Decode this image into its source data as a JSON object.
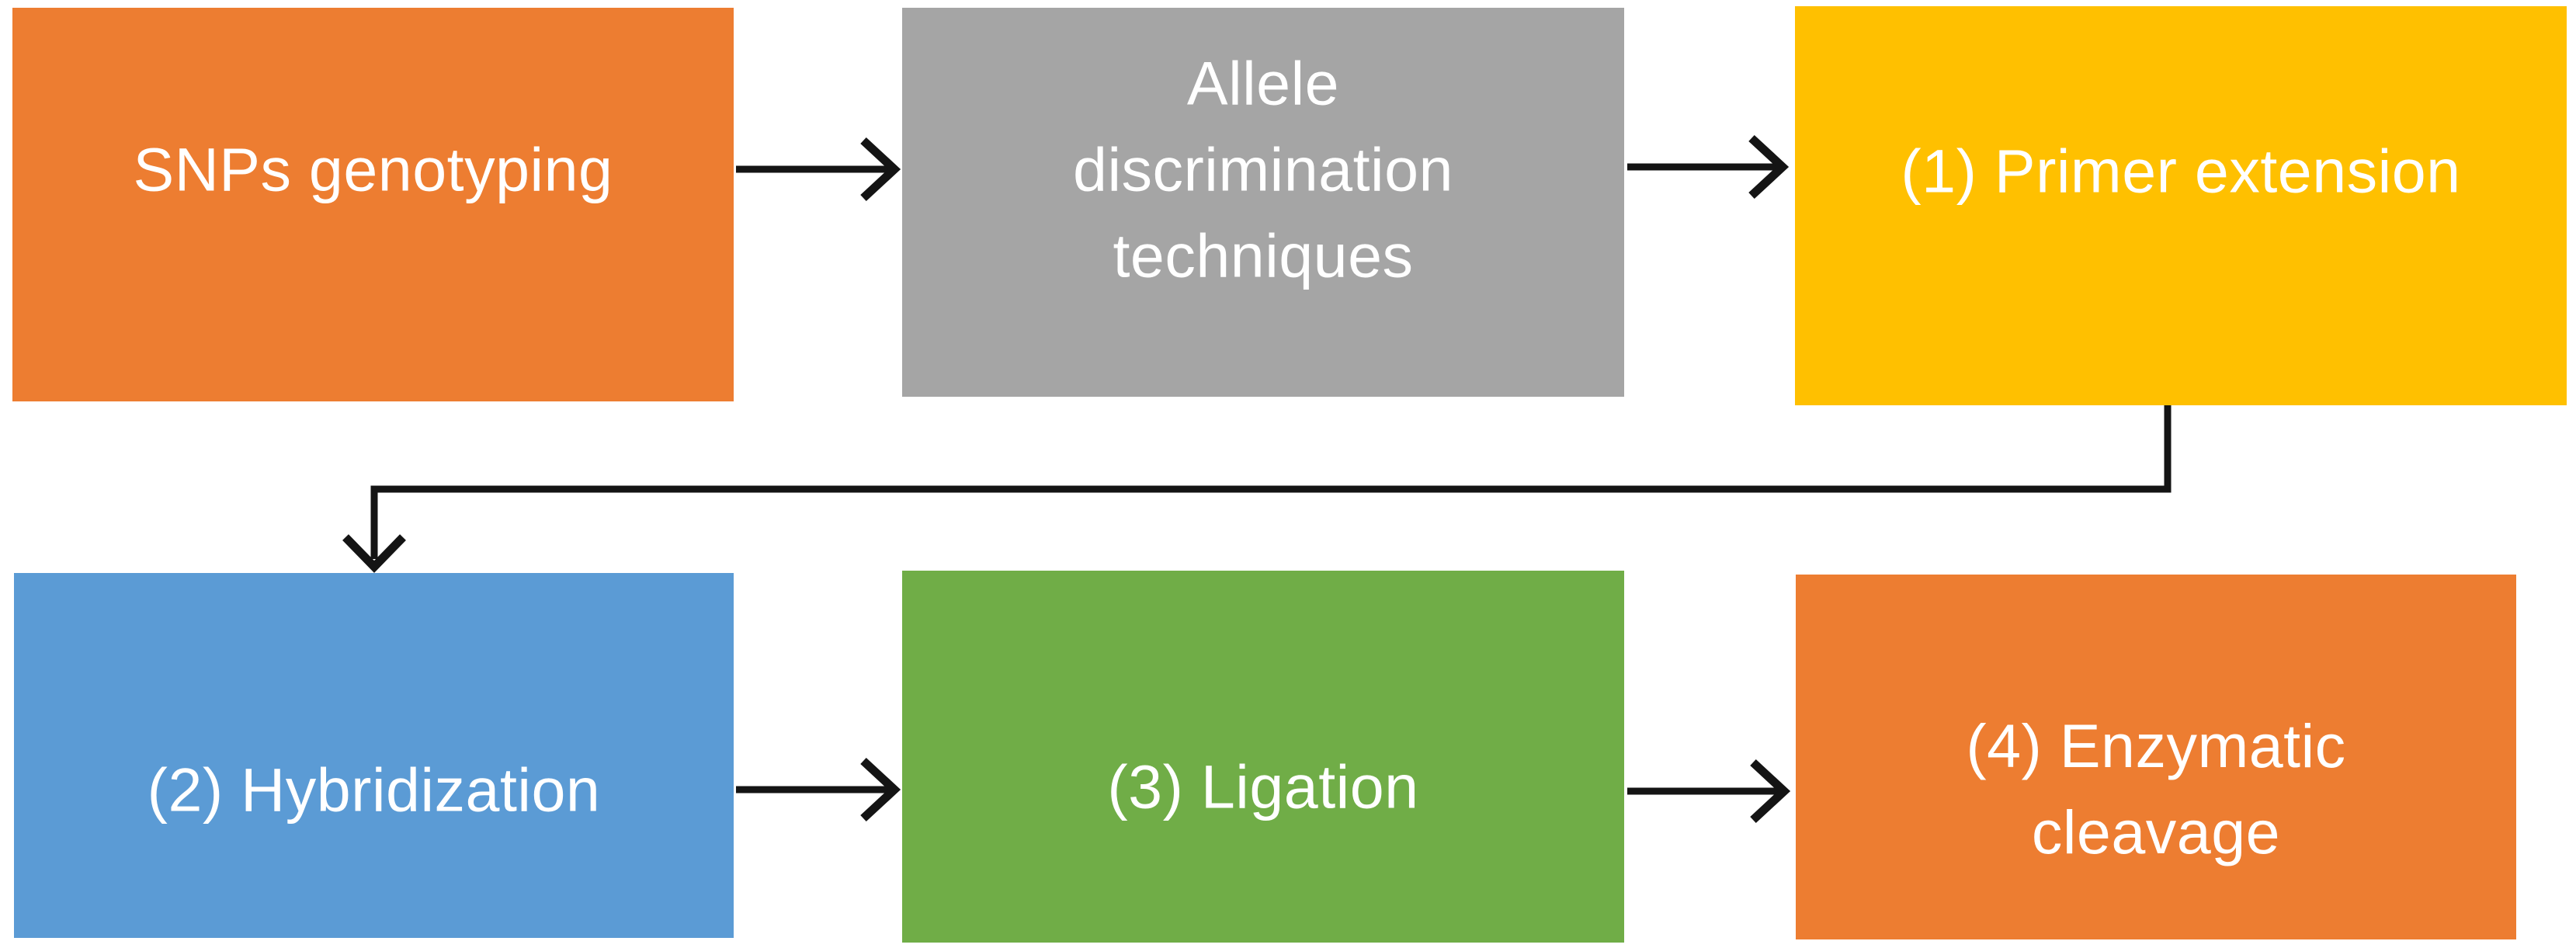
{
  "diagram": {
    "title": "SNPs genotyping allele discrimination techniques flowchart",
    "background_color": "#ffffff",
    "connector_color": "#141414",
    "nodes": [
      {
        "id": "snps-genotyping",
        "label": "SNPs genotyping",
        "color": "#ED7D31",
        "text_color": "#FFFFFF"
      },
      {
        "id": "allele-discrimination",
        "label": "Allele\ndiscrimination\ntechniques",
        "color": "#A5A5A5",
        "text_color": "#FFFFFF"
      },
      {
        "id": "primer-extension",
        "label": "(1) Primer extension",
        "color": "#FFC000",
        "text_color": "#FFFFFF"
      },
      {
        "id": "hybridization",
        "label": "(2) Hybridization",
        "color": "#5B9BD5",
        "text_color": "#FFFFFF"
      },
      {
        "id": "ligation",
        "label": "(3) Ligation",
        "color": "#70AD47",
        "text_color": "#FFFFFF"
      },
      {
        "id": "enzymatic-cleavage",
        "label": "(4) Enzymatic\ncleavage",
        "color": "#ED7D31",
        "text_color": "#FFFFFF"
      }
    ],
    "edges": [
      {
        "from": "SNPs genotyping",
        "to": "Allele discrimination techniques",
        "type": "straight-arrow-right"
      },
      {
        "from": "Allele discrimination techniques",
        "to": "(1) Primer extension",
        "type": "straight-arrow-right"
      },
      {
        "from": "(1) Primer extension",
        "to": "(2) Hybridization",
        "type": "elbow-arrow-down"
      },
      {
        "from": "(2) Hybridization",
        "to": "(3) Ligation",
        "type": "straight-arrow-right"
      },
      {
        "from": "(3) Ligation",
        "to": "(4) Enzymatic cleavage",
        "type": "straight-arrow-right"
      }
    ]
  }
}
